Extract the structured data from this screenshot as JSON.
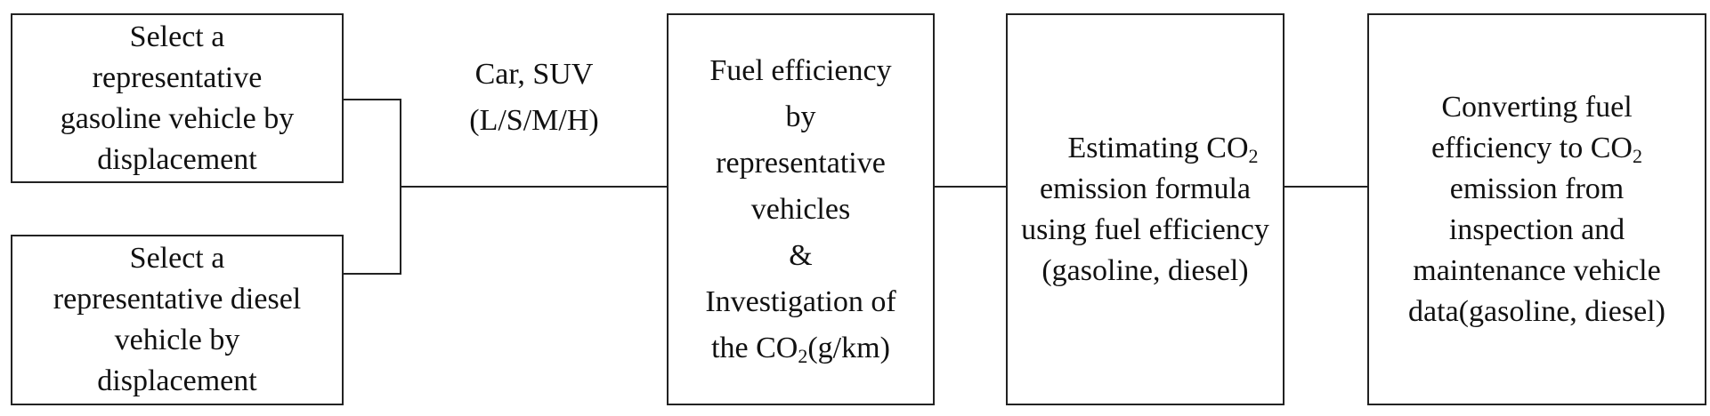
{
  "boxes": {
    "gasoline_select": {
      "lines": [
        "Select a",
        "representative",
        "gasoline vehicle by",
        "displacement"
      ]
    },
    "diesel_select": {
      "lines": [
        "Select a",
        "representative diesel",
        "vehicle by",
        "displacement"
      ]
    },
    "fuel_efficiency": {
      "lines": [
        "Fuel efficiency",
        "by",
        "representative",
        "vehicles",
        "&",
        "Investigation of"
      ],
      "last_line_prefix": "the CO",
      "last_line_sub": "2",
      "last_line_suffix": "(g/km)"
    },
    "estimating_formula": {
      "line1_prefix": "Estimating CO",
      "line1_sub": "2",
      "lines": [
        "emission formula",
        "using fuel efficiency",
        "(gasoline, diesel)"
      ]
    },
    "converting": {
      "line1": "Converting fuel",
      "line2_prefix": "efficiency to CO",
      "line2_sub": "2",
      "lines": [
        "emission from",
        "inspection and",
        "maintenance vehicle",
        "data(gasoline, diesel)"
      ]
    }
  },
  "edge_label": {
    "line1": "Car, SUV",
    "line2": "(L/S/M/H)"
  }
}
